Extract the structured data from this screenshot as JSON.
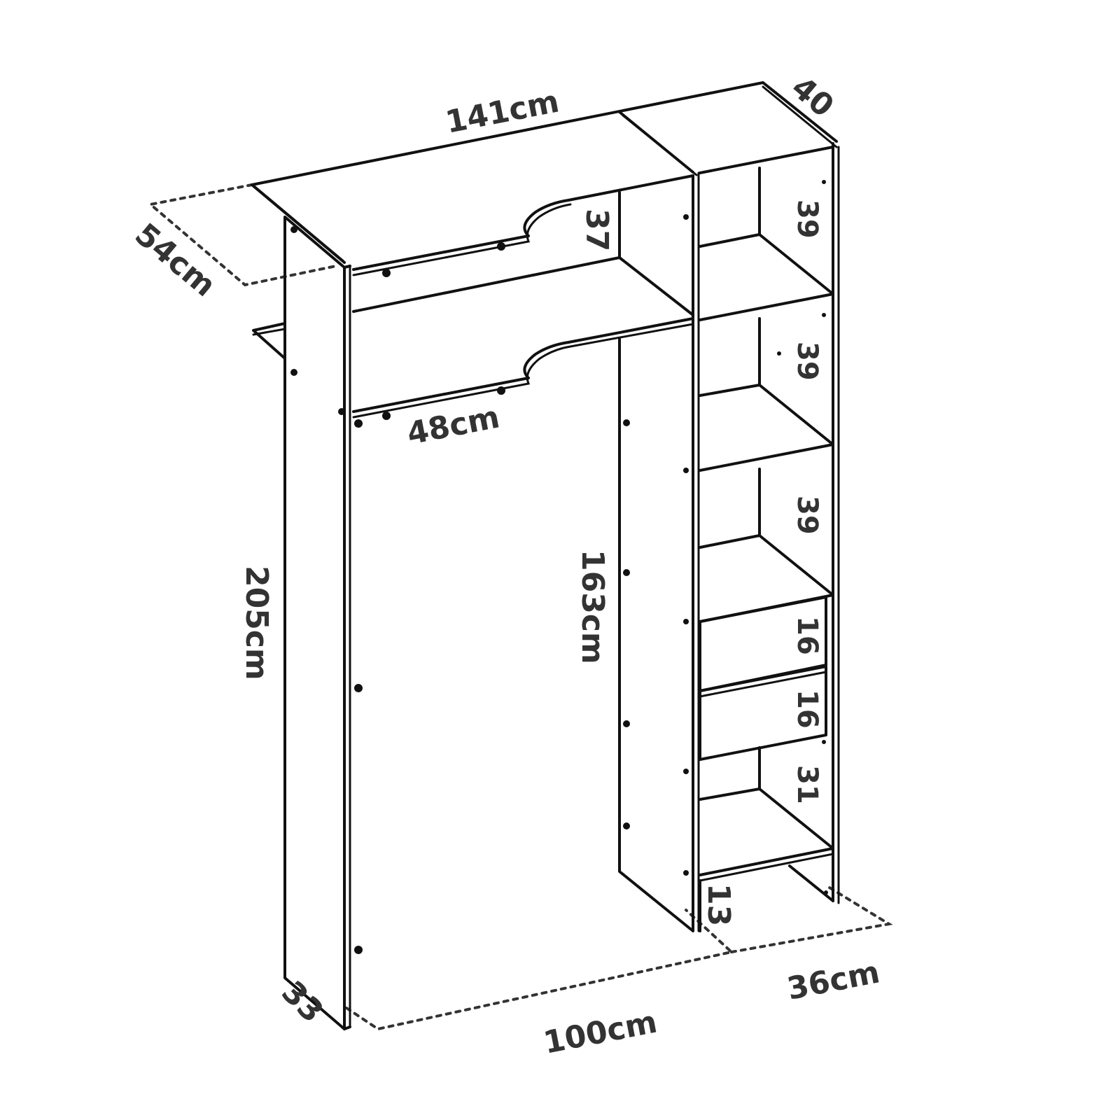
{
  "dimensions": {
    "total_width": "141cm",
    "unit_depth": "40",
    "total_depth": "54cm",
    "top_compartment": "37",
    "rail_depth": "48cm",
    "total_height": "205cm",
    "hanging_height": "163cm",
    "side_depth": "33",
    "hanging_width": "100cm",
    "column_depth": "36cm",
    "plinth": "13"
  },
  "shelf_heights": [
    "39",
    "39",
    "39",
    "16",
    "16",
    "31"
  ],
  "colors": {
    "line": "#111111",
    "dimension": "#333333",
    "background": "#ffffff"
  }
}
